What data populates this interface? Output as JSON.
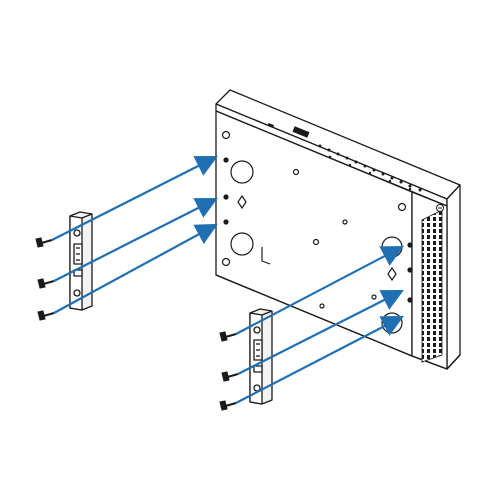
{
  "diagram": {
    "subject": "din-rail-bracket-mounting",
    "colors": {
      "line": "#1b1b1b",
      "arrow": "#1f6fb2",
      "fill": "#ffffff",
      "panel": "#f3f3f3"
    },
    "parts": {
      "device": "device-chassis",
      "left_bracket": "din-rail-bracket-left",
      "right_bracket": "din-rail-bracket-right",
      "screws_per_bracket": 3
    },
    "arrows_per_bracket": 3
  }
}
